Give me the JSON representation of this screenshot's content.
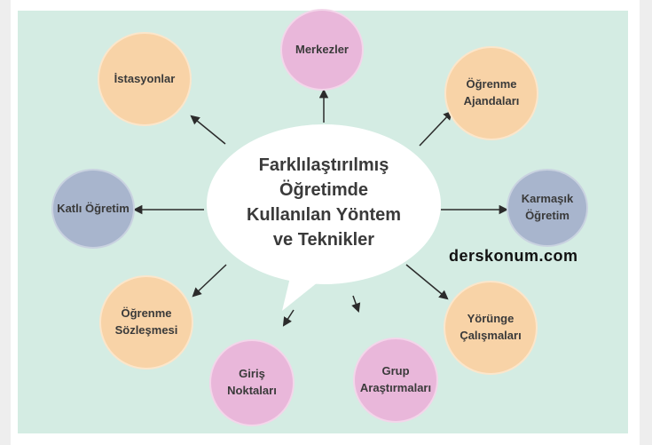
{
  "center": {
    "text": "Farklılaştırılmış\nÖğretimde\nKullanılan Yöntem\nve Teknikler"
  },
  "nodes": {
    "merkezler": "Merkezler",
    "istasyonlar": "İstasyonlar",
    "ogrenme_ajandalari": "Öğrenme\nAjandaları",
    "katli_ogretim": "Katlı Öğretim",
    "karmasik_ogretim": "Karmaşık\nÖğretim",
    "ogrenme_sozlesmesi": "Öğrenme\nSözleşmesi",
    "yorunge_calismalari": "Yörünge\nÇalışmaları",
    "giris_noktalari": "Giriş\nNoktaları",
    "grup_arastirmalari": "Grup\nAraştırmaları"
  },
  "watermark": "derskonum.com",
  "colors": {
    "background": "#d4ece3",
    "orange": "#f8d3a7",
    "pink": "#e9b7da",
    "blue": "#a8b5cd",
    "arrow": "#2b2b2b"
  }
}
